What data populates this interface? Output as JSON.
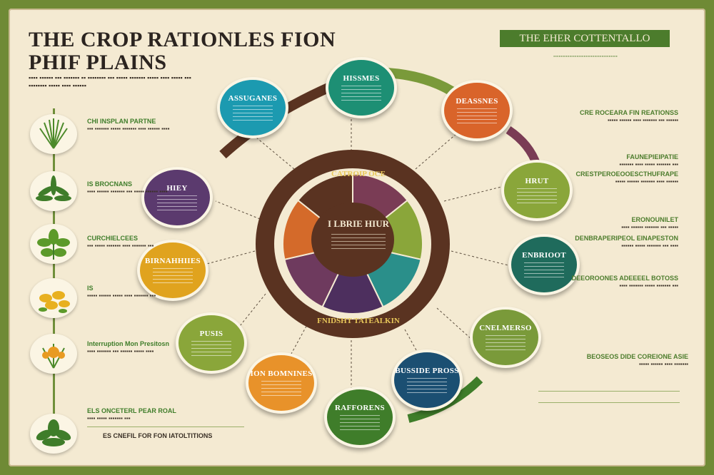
{
  "title": {
    "line1": "THE CROP RATIONLES FION",
    "line2": "PHIF PLAINS"
  },
  "banner": {
    "title": "THE EHER COTTENTALLO",
    "sub": "∙∙∙∙∙∙∙∙∙∙∙∙∙∙∙∙∙∙∙∙∙∙∙∙∙∙∙∙∙∙∙∙∙∙∙∙"
  },
  "intro": "▪▪▪▪ ▪▪▪▪▪▪ ▪▪▪ ▪▪▪▪▪▪▪ ▪▪ ▪▪▪▪▪▪▪▪ ▪▪▪ ▪▪▪▪▪ ▪▪▪▪▪▪▪ ▪▪▪▪▪ ▪▪▪▪ ▪▪▪▪▪ ▪▪▪ ▪▪▪▪▪▪▪▪ ▪▪▪▪▪ ▪▪▪▪ ▪▪▪▪▪▪",
  "left_notes": [
    {
      "head": "CHI INSPLAN PARTNE",
      "text": "▪▪▪ ▪▪▪▪▪▪▪ ▪▪▪▪▪ ▪▪▪▪▪▪▪ ▪▪▪▪ ▪▪▪▪▪▪ ▪▪▪▪"
    },
    {
      "head": "IS BROCNANS",
      "text": "▪▪▪▪ ▪▪▪▪▪▪ ▪▪▪▪▪▪▪ ▪▪▪ ▪▪▪▪▪ ▪▪▪▪▪▪ ▪▪▪▪"
    },
    {
      "head": "CURCHIELCEES",
      "text": "▪▪▪ ▪▪▪▪▪ ▪▪▪▪▪▪▪ ▪▪▪▪ ▪▪▪▪▪▪▪ ▪▪▪"
    },
    {
      "head": "IS",
      "text": "▪▪▪▪▪ ▪▪▪▪▪▪ ▪▪▪▪▪ ▪▪▪▪ ▪▪▪▪▪▪▪ ▪▪▪"
    },
    {
      "head": "Interruption Mon Presitosn",
      "text": "▪▪▪▪ ▪▪▪▪▪▪▪ ▪▪▪ ▪▪▪▪▪▪ ▪▪▪▪▪ ▪▪▪▪"
    },
    {
      "head": "ELS ONCETERL PEAR ROAL",
      "text": "▪▪▪▪ ▪▪▪▪▪ ▪▪▪▪▪▪▪ ▪▪▪"
    }
  ],
  "bottom_note": "ES CNEFIL FOR FON IATOLTITIONS",
  "right_notes": [
    {
      "head": "CRE ROCEARA FIN REATIONSS",
      "text": "▪▪▪▪▪ ▪▪▪▪▪▪ ▪▪▪▪ ▪▪▪▪▪▪▪ ▪▪▪ ▪▪▪▪▪▪"
    },
    {
      "head": "FAUNEPIEIPATIE",
      "text": "▪▪▪▪▪▪▪ ▪▪▪▪ ▪▪▪▪▪ ▪▪▪▪▪▪▪ ▪▪▪"
    },
    {
      "head": "CRESTPEROEOOESCTHUFRAPE",
      "text": "▪▪▪▪▪ ▪▪▪▪▪▪ ▪▪▪▪▪▪▪ ▪▪▪▪ ▪▪▪▪▪▪"
    },
    {
      "head": "ERONOUNILET",
      "text": "▪▪▪▪ ▪▪▪▪▪▪ ▪▪▪▪▪▪▪ ▪▪▪ ▪▪▪▪▪"
    },
    {
      "head": "DENBRAPERIPEOL EINAPESTON",
      "text": "▪▪▪▪▪▪ ▪▪▪▪▪ ▪▪▪▪▪▪▪ ▪▪▪ ▪▪▪▪"
    },
    {
      "head": "DEEOROONES ADEEEEL BOTOSS",
      "text": "▪▪▪▪ ▪▪▪▪▪▪▪ ▪▪▪▪▪ ▪▪▪▪▪▪▪ ▪▪▪"
    },
    {
      "head": "BEOSEOS DIDE COREIONE ASIE",
      "text": "▪▪▪▪▪ ▪▪▪▪▪▪ ▪▪▪▪ ▪▪▪▪▪▪▪"
    }
  ],
  "nodes": [
    {
      "label": "HISSMES",
      "color": "#1d8f74"
    },
    {
      "label": "DEASSNES",
      "color": "#d9642a"
    },
    {
      "label": "HRUT",
      "color": "#8aa63a"
    },
    {
      "label": "ENBRIOOT",
      "color": "#1f6b5c"
    },
    {
      "label": "CNELMERSO",
      "color": "#7a9a3a"
    },
    {
      "label": "BUSSIDE PROSS",
      "color": "#1b4f72"
    },
    {
      "label": "RAFFORENS",
      "color": "#3f7d2a"
    },
    {
      "label": "ION BOMNINES",
      "color": "#e8922a"
    },
    {
      "label": "PUSIS",
      "color": "#8aa63a"
    },
    {
      "label": "BIRNAHHIIES",
      "color": "#e0a31e"
    },
    {
      "label": "HIEY",
      "color": "#5b3a6e"
    },
    {
      "label": "ASSUGANES",
      "color": "#1c9ab0"
    }
  ],
  "wheel": {
    "hub": "I LBRIE HIUR",
    "ring_top": "CATROIP OCE",
    "ring_bottom": "FNIDSHT TATEALKIN",
    "ring_color": "#5a3321",
    "segments": [
      "#7a3c55",
      "#8aa63a",
      "#2a8f8a",
      "#4d2f5e",
      "#6e3a5e",
      "#d46a2a",
      "#5a3321"
    ]
  },
  "plant_icons": [
    "grass-icon",
    "fern-icon",
    "leafy-plant-icon",
    "yellow-flower-icon",
    "orange-bloom-icon",
    "green-shrub-icon"
  ]
}
